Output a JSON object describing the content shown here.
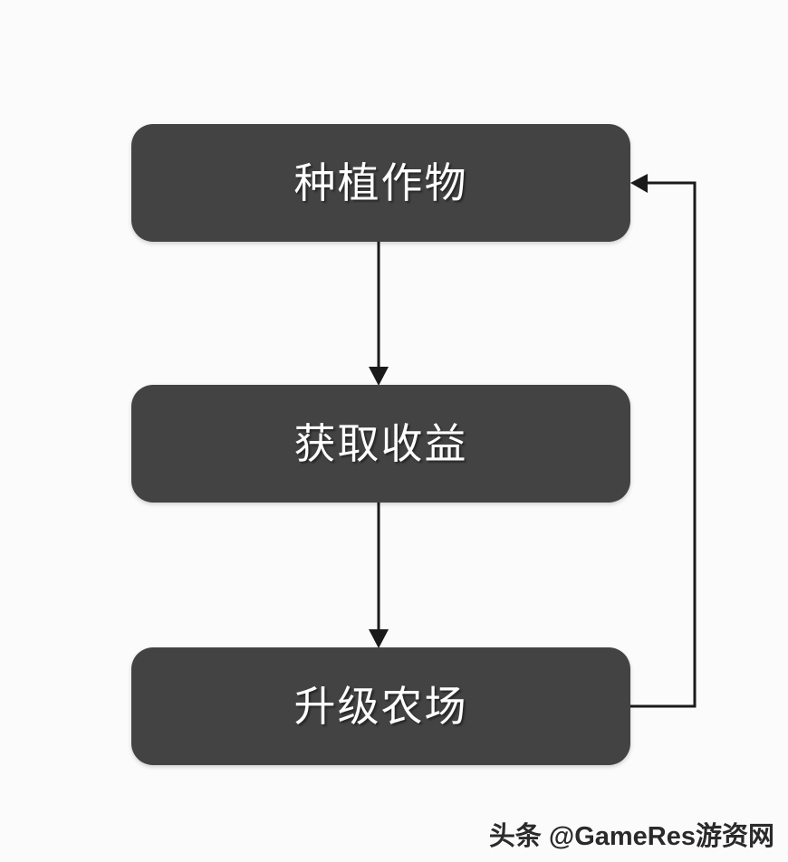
{
  "diagram": {
    "type": "flowchart",
    "orientation": "vertical-loop",
    "background_color": "#fbfbfc",
    "node_fill_color": "#434343",
    "node_text_color": "#ffffff",
    "connector_color": "#1a1a1a",
    "nodes": [
      {
        "id": "plant-crops",
        "label": "种植作物"
      },
      {
        "id": "obtain-profit",
        "label": "获取收益"
      },
      {
        "id": "upgrade-farm",
        "label": "升级农场"
      }
    ],
    "edges": [
      {
        "id": "edge-plant-to-profit",
        "from": "plant-crops",
        "to": "obtain-profit",
        "style": "straight-down-arrow",
        "label": ""
      },
      {
        "id": "edge-profit-to-upgrade",
        "from": "obtain-profit",
        "to": "upgrade-farm",
        "style": "straight-down-arrow",
        "label": ""
      },
      {
        "id": "edge-upgrade-to-plant",
        "from": "upgrade-farm",
        "to": "plant-crops",
        "style": "right-loop-back-arrow",
        "label": ""
      }
    ]
  },
  "watermark": {
    "text": "头条 @GameRes游资网"
  }
}
